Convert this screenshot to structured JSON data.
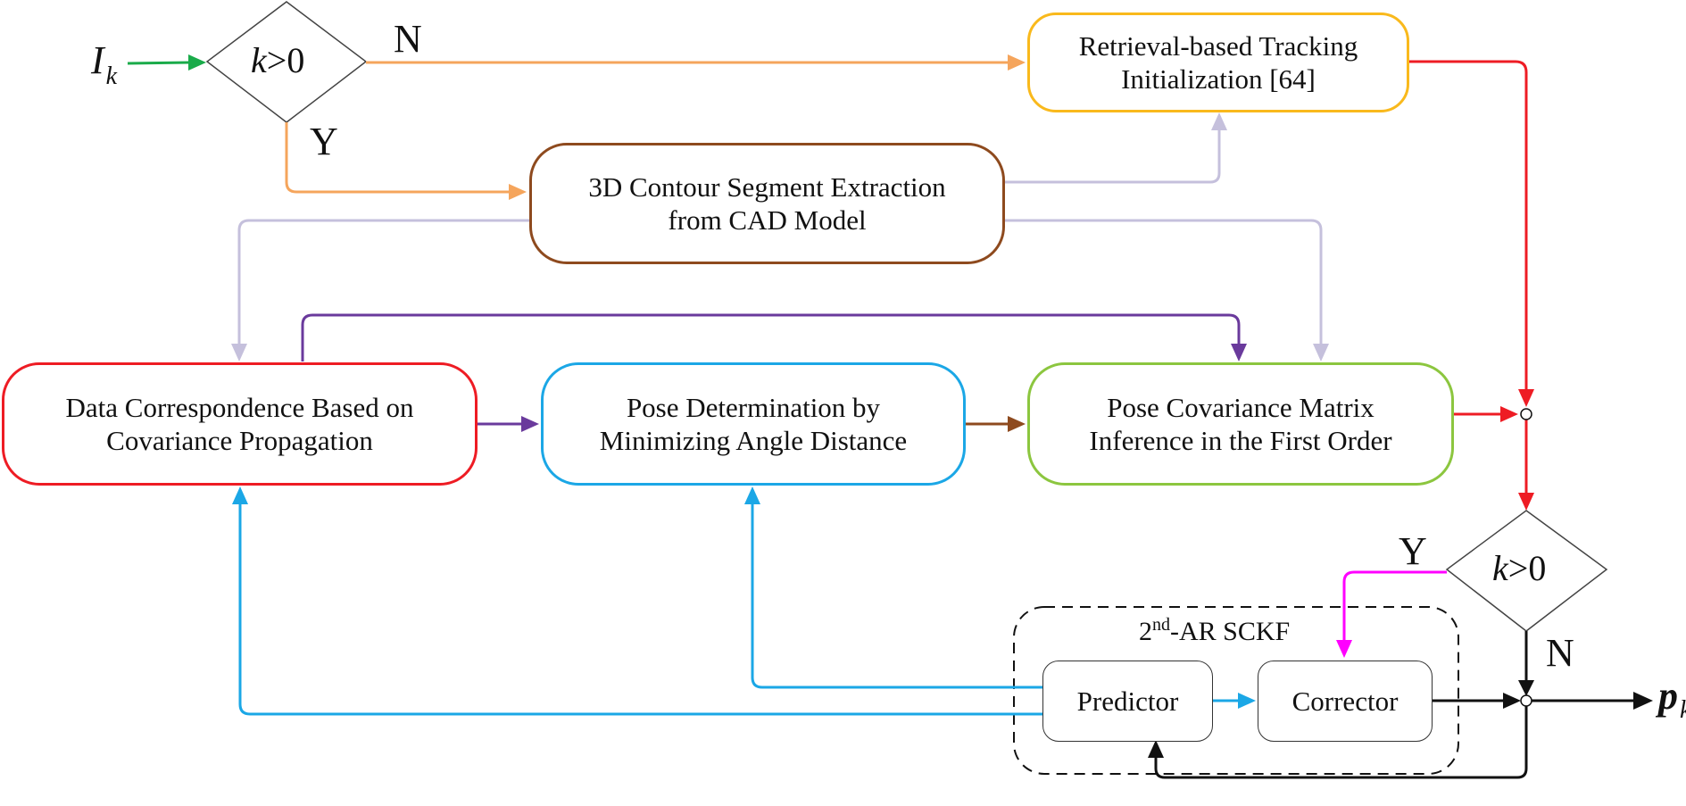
{
  "colors": {
    "green": "#1aab4a",
    "orange": "#f5a55c",
    "red": "#ee1c24",
    "lavender": "#c5c0dc",
    "purple": "#6a3a9c",
    "brown": "#8e4a1e",
    "blue": "#1ba7e6",
    "magenta": "#ff00ff",
    "black": "#111111",
    "gold": "#f9b91c",
    "light_green": "#8cc63f"
  },
  "input_label": {
    "main": "I",
    "sub": "k"
  },
  "output_label": {
    "main": "p",
    "sub": "k"
  },
  "decision_top": {
    "var": "k",
    "rest": ">0"
  },
  "decision_bottom": {
    "var": "k",
    "rest": ">0"
  },
  "branch_labels": {
    "top_no": "N",
    "top_yes": "Y",
    "bottom_yes": "Y",
    "bottom_no": "N"
  },
  "nodes": {
    "retrieval": {
      "line1": "Retrieval-based Tracking",
      "line2": "Initialization [64]"
    },
    "extraction": {
      "line1": "3D Contour Segment Extraction",
      "line2": "from CAD Model"
    },
    "correspondence": {
      "line1": "Data Correspondence Based on",
      "line2": "Covariance Propagation"
    },
    "pose_determination": {
      "line1": "Pose Determination by",
      "line2": "Minimizing Angle Distance"
    },
    "covariance_inference": {
      "line1": "Pose Covariance Matrix",
      "line2": "Inference in the First Order"
    },
    "predictor": {
      "label": "Predictor"
    },
    "corrector": {
      "label": "Corrector"
    }
  },
  "filter_group": {
    "prefix": "2",
    "sup": "nd",
    "suffix": "-AR SCKF"
  }
}
